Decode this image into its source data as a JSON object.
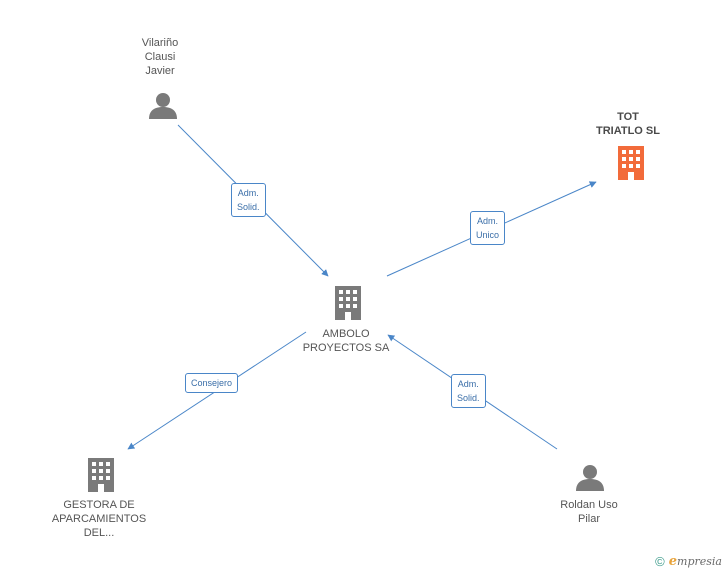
{
  "nodes": {
    "vilarino": {
      "name_lines": [
        "Vilariño",
        "Clausi",
        "Javier"
      ],
      "type": "person"
    },
    "tot": {
      "name_lines": [
        "TOT",
        "TRIATLO SL"
      ],
      "type": "company-highlight"
    },
    "ambolo": {
      "name_lines": [
        "AMBOLO",
        "PROYECTOS SA"
      ],
      "type": "company"
    },
    "gestora": {
      "name_lines": [
        "GESTORA DE",
        "APARCAMIENTOS",
        "DEL..."
      ],
      "type": "company"
    },
    "roldan": {
      "name_lines": [
        "Roldan Uso",
        "Pilar"
      ],
      "type": "person"
    }
  },
  "edges": {
    "vilarino_ambolo": {
      "label_lines": [
        "Adm.",
        "Solid."
      ]
    },
    "ambolo_tot": {
      "label_lines": [
        "Adm.",
        "Unico"
      ]
    },
    "ambolo_gestora": {
      "label_lines": [
        "Consejero"
      ]
    },
    "roldan_ambolo": {
      "label_lines": [
        "Adm.",
        "Solid."
      ]
    }
  },
  "colors": {
    "edge": "#4a86c8",
    "node_icon": "#7a7a7a",
    "highlight_icon": "#f26b3a"
  },
  "footer": {
    "copyright": "©",
    "brand_initial": "e",
    "brand_rest": "mpresia"
  }
}
